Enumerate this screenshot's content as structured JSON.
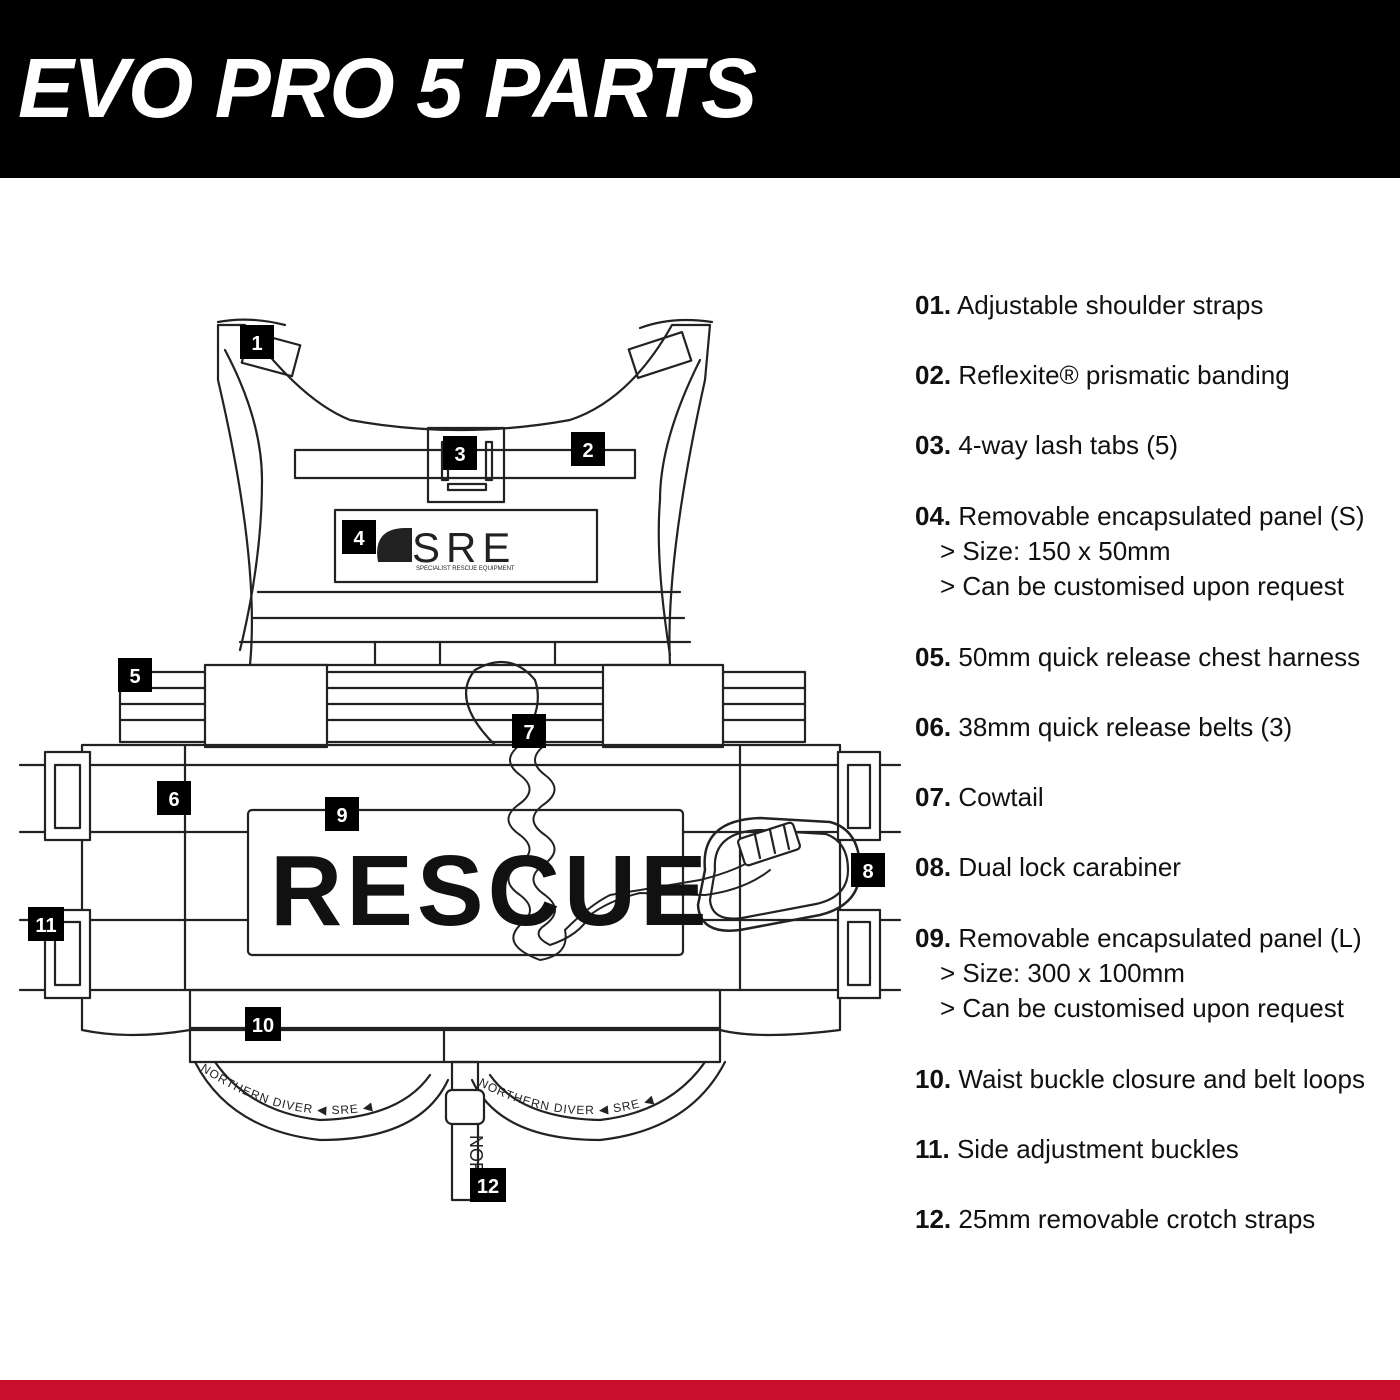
{
  "title": "EVO PRO 5 PARTS",
  "colors": {
    "header_bg": "#000000",
    "accent_bar": "#c8102e",
    "text": "#111111",
    "line": "#222222"
  },
  "diagram": {
    "panel_small_logo": "SRE",
    "panel_small_tagline": "SPECIALIST RESCUE EQUIPMENT",
    "panel_large_text": "RESCUE",
    "belt_print": "NORTHERN DIVER ◀ SRE ◀",
    "crotch_print": "NORI",
    "markers": [
      "1",
      "2",
      "3",
      "4",
      "5",
      "6",
      "7",
      "8",
      "9",
      "10",
      "11",
      "12"
    ]
  },
  "parts": [
    {
      "num": "01.",
      "label": "Adjustable shoulder straps",
      "sub": []
    },
    {
      "num": "02.",
      "label": "Reflexite® prismatic banding",
      "sub": []
    },
    {
      "num": "03.",
      "label": "4-way lash tabs (5)",
      "sub": []
    },
    {
      "num": "04.",
      "label": "Removable encapsulated panel (S)",
      "sub": [
        "> Size: 150 x 50mm",
        "> Can be customised upon request"
      ]
    },
    {
      "num": "05.",
      "label": "50mm quick release chest harness",
      "sub": []
    },
    {
      "num": "06.",
      "label": "38mm quick release belts (3)",
      "sub": []
    },
    {
      "num": "07.",
      "label": "Cowtail",
      "sub": []
    },
    {
      "num": "08.",
      "label": "Dual lock carabiner",
      "sub": []
    },
    {
      "num": "09.",
      "label": "Removable encapsulated panel (L)",
      "sub": [
        "> Size: 300 x 100mm",
        "> Can be customised upon request"
      ]
    },
    {
      "num": "10.",
      "label": "Waist buckle closure and belt loops",
      "sub": []
    },
    {
      "num": "11.",
      "label": "Side adjustment buckles",
      "sub": []
    },
    {
      "num": "12.",
      "label": "25mm removable crotch straps",
      "sub": []
    }
  ]
}
